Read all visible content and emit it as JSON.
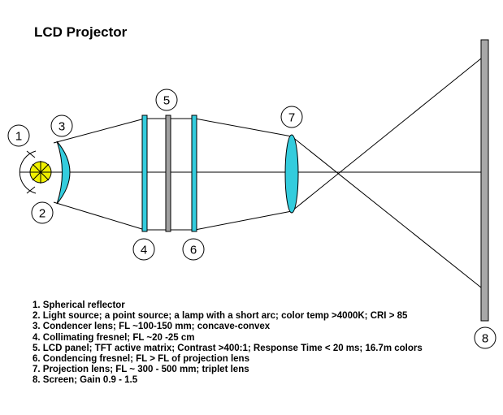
{
  "title": "LCD Projector",
  "callouts": [
    {
      "id": "1",
      "label": "1"
    },
    {
      "id": "2",
      "label": "2"
    },
    {
      "id": "3",
      "label": "3"
    },
    {
      "id": "4",
      "label": "4"
    },
    {
      "id": "5",
      "label": "5"
    },
    {
      "id": "6",
      "label": "6"
    },
    {
      "id": "7",
      "label": "7"
    },
    {
      "id": "8",
      "label": "8"
    }
  ],
  "legend": [
    "1. Spherical reflector",
    "2. Light source; a point source; a lamp with a short arc; color temp >4000K; CRI > 85",
    "3. Condencer lens; FL ~100-150 mm; concave-convex",
    "4. Collimating fresnel; FL ~20 -25 cm",
    "5. LCD panel; TFT active matrix; Contrast >400:1; Response Time < 20 ms; 16.7m colors",
    "6. Condencing fresnel; FL > FL of projection lens",
    "7. Projection lens; FL ~ 300 - 500 mm; triplet lens",
    "8. Screen; Gain 0.9 - 1.5"
  ],
  "colors": {
    "lens": "#33ccdd",
    "light_source": "#f0f000",
    "panel": "#a0a0a0",
    "screen": "#a8a8a8",
    "line": "#000000"
  }
}
